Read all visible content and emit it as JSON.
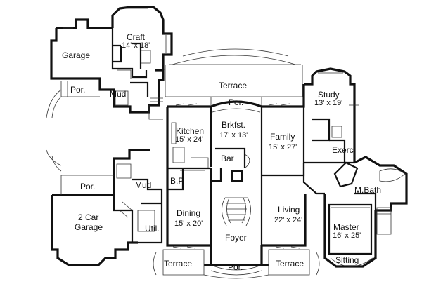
{
  "rooms": [
    {
      "id": "garage",
      "name": "Garage",
      "dims": ""
    },
    {
      "id": "craft",
      "name": "Craft",
      "dims": "14' x 18'"
    },
    {
      "id": "por-left",
      "name": "Por.",
      "dims": ""
    },
    {
      "id": "mud-upper",
      "name": "Mud",
      "dims": ""
    },
    {
      "id": "terrace-top",
      "name": "Terrace",
      "dims": ""
    },
    {
      "id": "por-top",
      "name": "Por.",
      "dims": ""
    },
    {
      "id": "study",
      "name": "Study",
      "dims": "13' x 19'"
    },
    {
      "id": "kitchen",
      "name": "Kitchen",
      "dims": "15' x 24'"
    },
    {
      "id": "brkfst",
      "name": "Brkfst.",
      "dims": "17' x 13'"
    },
    {
      "id": "family",
      "name": "Family",
      "dims": "15' x 27'"
    },
    {
      "id": "exerc",
      "name": "Exerc.",
      "dims": ""
    },
    {
      "id": "bar",
      "name": "Bar",
      "dims": ""
    },
    {
      "id": "por-mid",
      "name": "Por.",
      "dims": ""
    },
    {
      "id": "mud-lower",
      "name": "Mud",
      "dims": ""
    },
    {
      "id": "bp",
      "name": "B.P.",
      "dims": ""
    },
    {
      "id": "mbath",
      "name": "M.Bath",
      "dims": ""
    },
    {
      "id": "two-car-garage",
      "name": "2 Car",
      "name2": "Garage",
      "dims": ""
    },
    {
      "id": "dining",
      "name": "Dining",
      "dims": "15' x 20'"
    },
    {
      "id": "living",
      "name": "Living",
      "dims": "22' x 24'"
    },
    {
      "id": "master",
      "name": "Master",
      "dims": "16' x 25'"
    },
    {
      "id": "util",
      "name": "Util.",
      "dims": ""
    },
    {
      "id": "foyer",
      "name": "Foyer",
      "dims": ""
    },
    {
      "id": "terrace-bl",
      "name": "Terrace",
      "dims": ""
    },
    {
      "id": "por-bottom",
      "name": "Por.",
      "dims": ""
    },
    {
      "id": "terrace-br",
      "name": "Terrace",
      "dims": ""
    },
    {
      "id": "sitting",
      "name": "Sitting",
      "dims": ""
    }
  ]
}
